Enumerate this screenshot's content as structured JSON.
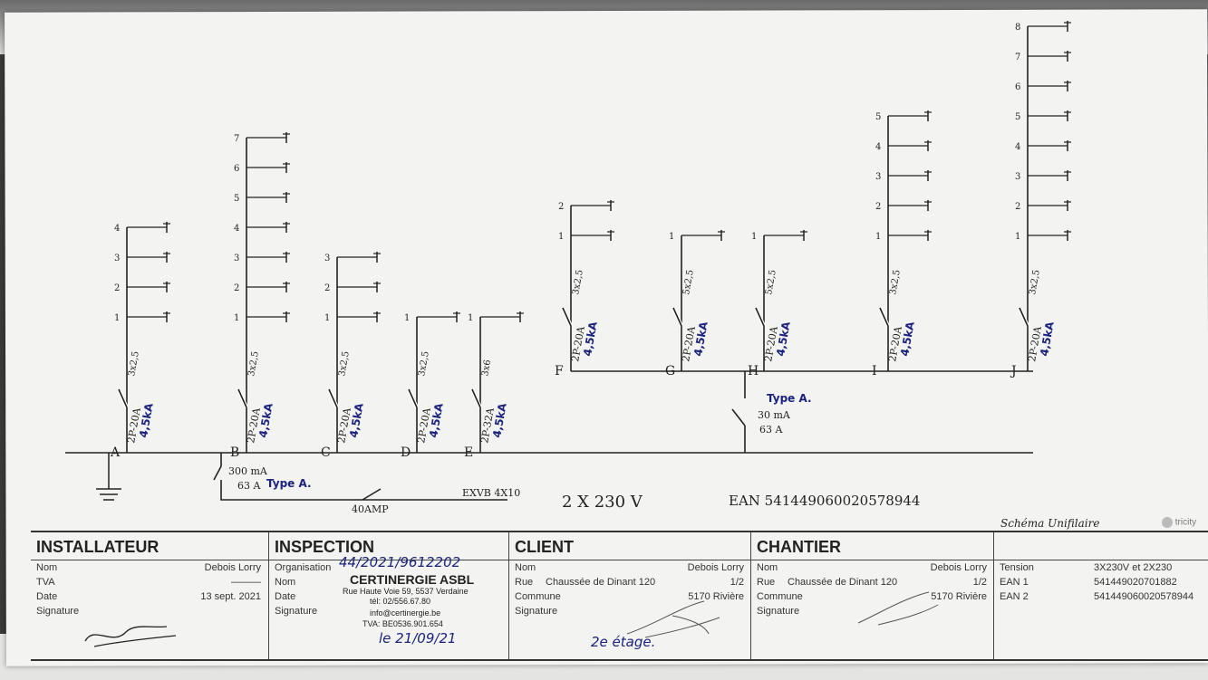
{
  "schema": {
    "title_handwritten": "Schéma Unifilaire",
    "supply": "2 X 230 V",
    "ean": "EAN 541449060020578944",
    "main_cable": "EXVB 4X10",
    "main_breaker": "40AMP",
    "main_diff": "300 mA",
    "main_diff_rating": "63 A",
    "main_diff_type": "Type A.",
    "sub_diff": "30 mA",
    "sub_diff_rating": "63 A",
    "sub_diff_type": "Type A.",
    "circuits": [
      {
        "letter": "A",
        "breaker": "2P-20A",
        "rating": "4,5kA",
        "cable": "3x2,5",
        "points": [
          "1",
          "2",
          "3",
          "4"
        ]
      },
      {
        "letter": "B",
        "breaker": "2P-20A",
        "rating": "4,5kA",
        "cable": "3x2,5",
        "points": [
          "1",
          "2",
          "3",
          "4",
          "5",
          "6",
          "7"
        ]
      },
      {
        "letter": "C",
        "breaker": "2P-20A",
        "rating": "4,5kA",
        "cable": "3x2,5",
        "points": [
          "1",
          "2",
          "3"
        ]
      },
      {
        "letter": "D",
        "breaker": "2P-20A",
        "rating": "4,5kA",
        "cable": "3x2,5",
        "points": [
          "1"
        ]
      },
      {
        "letter": "E",
        "breaker": "2P-32A",
        "rating": "4,5kA",
        "cable": "3x6",
        "points": [
          "1"
        ]
      },
      {
        "letter": "F",
        "breaker": "2P-20A",
        "rating": "4,5kA",
        "cable": "3x2,5",
        "points": [
          "1",
          "2"
        ]
      },
      {
        "letter": "G",
        "breaker": "2P-20A",
        "rating": "4,5kA",
        "cable": "5x2,5",
        "points": [
          "1"
        ]
      },
      {
        "letter": "H",
        "breaker": "2P-20A",
        "rating": "4,5kA",
        "cable": "5x2,5",
        "points": [
          "1"
        ]
      },
      {
        "letter": "I",
        "breaker": "2P-20A",
        "rating": "4,5kA",
        "cable": "3x2,5",
        "points": [
          "1",
          "2",
          "3",
          "4",
          "5"
        ]
      },
      {
        "letter": "J",
        "breaker": "2P-20A",
        "rating": "4,5kA",
        "cable": "3x2,5",
        "points": [
          "1",
          "2",
          "3",
          "4",
          "5",
          "6",
          "7",
          "8"
        ]
      }
    ]
  },
  "cartouche": {
    "installateur": {
      "heading": "INSTALLATEUR",
      "nom_label": "Nom",
      "nom_value": "Debois Lorry",
      "tva_label": "TVA",
      "tva_value": "———",
      "date_label": "Date",
      "date_value": "13 sept. 2021",
      "signature_label": "Signature"
    },
    "inspection": {
      "heading": "INSPECTION",
      "org_label": "Organisation",
      "nom_label": "Nom",
      "date_label": "Date",
      "signature_label": "Signature",
      "stamp_name": "CERTINERGIE ASBL",
      "stamp_address": "Rue Haute Voie 59, 5537 Verdaine",
      "stamp_tel": "tél: 02/556.67.80",
      "stamp_mail": "info@certinergie.be",
      "stamp_tva": "TVA: BE0536.901.654",
      "handwritten_ref": "44/2021/9612202",
      "handwritten_date": "le 21/09/21"
    },
    "client": {
      "heading": "CLIENT",
      "nom_label": "Nom",
      "nom_value": "Debois Lorry",
      "rue_label": "Rue",
      "rue_value": "Chaussée de Dinant 120",
      "rue_num": "1/2",
      "commune_label": "Commune",
      "commune_value": "5170 Rivière",
      "signature_label": "Signature",
      "note": "2e étage."
    },
    "chantier": {
      "heading": "CHANTIER",
      "nom_label": "Nom",
      "nom_value": "Debois Lorry",
      "rue_label": "Rue",
      "rue_value": "Chaussée de Dinant 120",
      "rue_num": "1/2",
      "commune_label": "Commune",
      "commune_value": "5170 Rivière",
      "signature_label": "Signature"
    },
    "tech": {
      "tension_label": "Tension",
      "tension_value": "3X230V et 2X230",
      "ean1_label": "EAN 1",
      "ean1_value": "541449020701882",
      "ean2_label": "EAN 2",
      "ean2_value": "541449060020578944"
    },
    "tricity": "tricity"
  }
}
